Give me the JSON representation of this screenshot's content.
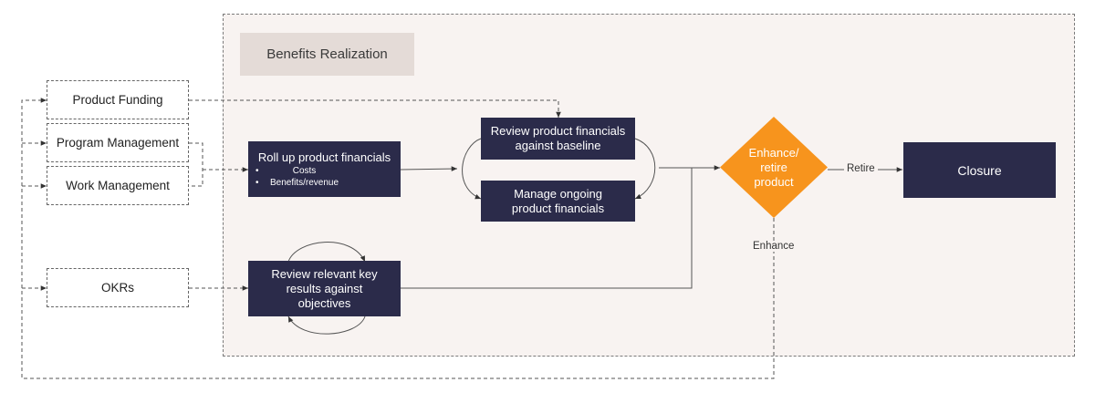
{
  "region": {
    "title": "Benefits Realization"
  },
  "sources": [
    {
      "label": "Product Funding"
    },
    {
      "label": "Program Management"
    },
    {
      "label": "Work Management"
    },
    {
      "label": "OKRs"
    }
  ],
  "process": {
    "rollup": {
      "title": "Roll up product financials",
      "bullets": [
        "Costs",
        "Benefits/revenue"
      ]
    },
    "review_financials": {
      "title": "Review product financials against baseline"
    },
    "manage_financials": {
      "title": "Manage ongoing product financials"
    },
    "review_okrs": {
      "title": "Review relevant key results against objectives"
    }
  },
  "decision": {
    "label": "Enhance/ retire product"
  },
  "edges": {
    "retire": "Retire",
    "enhance": "Enhance"
  },
  "closure": {
    "label": "Closure"
  },
  "colors": {
    "box": "#2b2b4a",
    "decision": "#f7941d",
    "region": "#f8f3f1"
  }
}
